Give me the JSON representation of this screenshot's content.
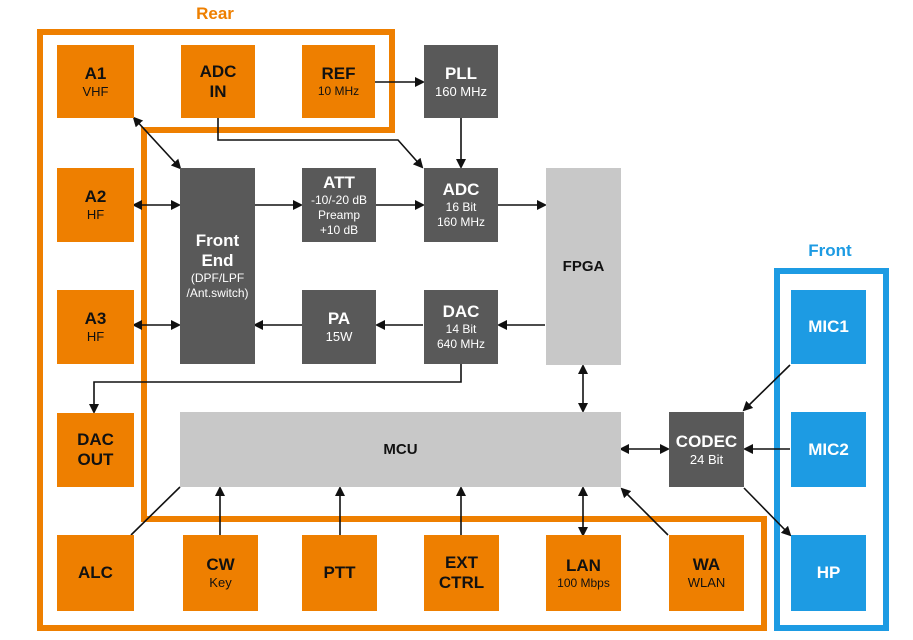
{
  "frames": {
    "rear_label": "Rear",
    "front_label": "Front",
    "rear_color": "#ee7f00",
    "front_color": "#1d9be3"
  },
  "colors": {
    "orange": "#ee7f00",
    "dark_block": "#595959",
    "light_block": "#c8c8c8",
    "blue": "#1d9be3",
    "arrow": "#111111"
  },
  "blocks": {
    "a1": {
      "title": "A1",
      "sub": "VHF"
    },
    "adc_in": {
      "title": "ADC",
      "title2": "IN"
    },
    "ref": {
      "title": "REF",
      "sub": "10 MHz"
    },
    "pll": {
      "title": "PLL",
      "sub": "160 MHz"
    },
    "a2": {
      "title": "A2",
      "sub": "HF"
    },
    "front_end": {
      "title": "Front",
      "title2": "End",
      "sub": "(DPF/LPF",
      "sub2": "/Ant.switch)"
    },
    "att": {
      "title": "ATT",
      "sub": "-10/-20 dB",
      "sub2": "Preamp",
      "sub3": "+10 dB"
    },
    "adc": {
      "title": "ADC",
      "sub": "16 Bit",
      "sub2": "160 MHz"
    },
    "fpga": {
      "title": "FPGA"
    },
    "a3": {
      "title": "A3",
      "sub": "HF"
    },
    "pa": {
      "title": "PA",
      "sub": "15W"
    },
    "dac": {
      "title": "DAC",
      "sub": "14 Bit",
      "sub2": "640 MHz"
    },
    "dac_out": {
      "title": "DAC",
      "title2": "OUT"
    },
    "mcu": {
      "title": "MCU"
    },
    "codec": {
      "title": "CODEC",
      "sub": "24 Bit"
    },
    "mic1": {
      "title": "MIC1"
    },
    "mic2": {
      "title": "MIC2"
    },
    "hp": {
      "title": "HP"
    },
    "alc": {
      "title": "ALC"
    },
    "cw": {
      "title": "CW",
      "sub": "Key"
    },
    "ptt": {
      "title": "PTT"
    },
    "ext": {
      "title": "EXT",
      "title2": "CTRL"
    },
    "lan": {
      "title": "LAN",
      "sub": "100 Mbps"
    },
    "wa": {
      "title": "WA",
      "sub": "WLAN"
    }
  }
}
